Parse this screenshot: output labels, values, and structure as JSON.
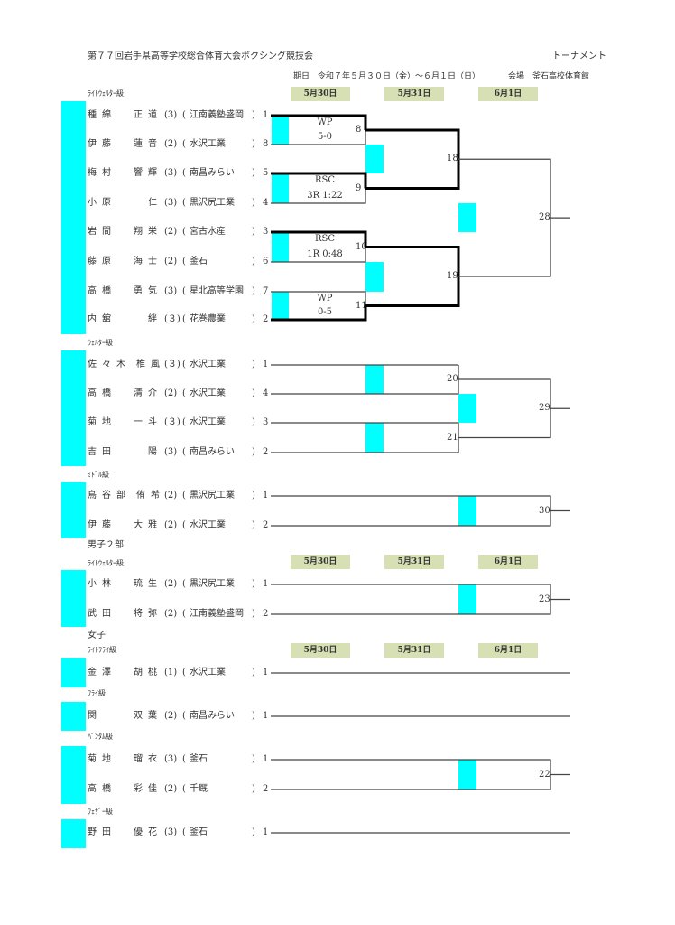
{
  "header": {
    "title": "第７７回岩手県高等学校総合体育大会ボクシング競技会",
    "doc_type": "トーナメント",
    "date_line": "期日　令和７年５月３０日（金）～６月１日（日）",
    "venue_line": "会場　釜石高校体育館"
  },
  "dates": [
    "5月30日",
    "5月31日",
    "6月1日"
  ],
  "sections": {
    "boys2": "男子２部",
    "girls": "女子"
  },
  "classes": {
    "lw1": "ﾗｲﾄｳｪﾙﾀｰ級",
    "welter": "ｳｪﾙﾀｰ級",
    "middle": "ﾐﾄﾞﾙ級",
    "lw2": "ﾗｲﾄｳｪﾙﾀｰ級",
    "lightfly": "ﾗｲﾄﾌﾗｲ級",
    "fly": "ﾌﾗｲ級",
    "bantam": "ﾊﾞﾝﾀﾑ級",
    "feather": "ﾌｪｻﾞｰ級"
  },
  "entrants": {
    "lw1": [
      {
        "family": "種綿",
        "given": "正道",
        "grade": "(3)",
        "school": "江南義塾盛岡",
        "seed": "1"
      },
      {
        "family": "伊藤",
        "given": "蓮音",
        "grade": "(2)",
        "school": "水沢工業",
        "seed": "8"
      },
      {
        "family": "梅村",
        "given": "響輝",
        "grade": "(3)",
        "school": "南昌みらい",
        "seed": "5"
      },
      {
        "family": "小原",
        "given": "仁",
        "grade": "(3)",
        "school": "黒沢尻工業",
        "seed": "4"
      },
      {
        "family": "岩間",
        "given": "翔栄",
        "grade": "(2)",
        "school": "宮古水産",
        "seed": "3"
      },
      {
        "family": "藤原",
        "given": "海士",
        "grade": "(2)",
        "school": "釜石",
        "seed": "6"
      },
      {
        "family": "高橋",
        "given": "勇気",
        "grade": "(3)",
        "school": "星北高等学園",
        "seed": "7"
      },
      {
        "family": "内舘",
        "given": "絆",
        "grade": "(３)",
        "school": "花巻農業",
        "seed": "2"
      }
    ],
    "welter": [
      {
        "family": "佐々木",
        "given": "椎風",
        "grade": "(３)",
        "school": "水沢工業",
        "seed": "1"
      },
      {
        "family": "高橋",
        "given": "清介",
        "grade": "(2)",
        "school": "水沢工業",
        "seed": "4"
      },
      {
        "family": "菊地",
        "given": "一斗",
        "grade": "(３)",
        "school": "水沢工業",
        "seed": "3"
      },
      {
        "family": "吉田",
        "given": "陽",
        "grade": "(3)",
        "school": "南昌みらい",
        "seed": "2"
      }
    ],
    "middle": [
      {
        "family": "鳥谷部",
        "given": "侑希",
        "grade": "(2)",
        "school": "黒沢尻工業",
        "seed": "1"
      },
      {
        "family": "伊藤",
        "given": "大雅",
        "grade": "(2)",
        "school": "水沢工業",
        "seed": "2"
      }
    ],
    "lw2": [
      {
        "family": "小林",
        "given": "琉生",
        "grade": "(2)",
        "school": "黒沢尻工業",
        "seed": "1"
      },
      {
        "family": "武田",
        "given": "将弥",
        "grade": "(2)",
        "school": "江南義塾盛岡",
        "seed": "2"
      }
    ],
    "lightfly": [
      {
        "family": "金澤",
        "given": "胡桃",
        "grade": "(1)",
        "school": "水沢工業",
        "seed": "1"
      }
    ],
    "fly": [
      {
        "family": "関",
        "given": "双葉",
        "grade": "(2)",
        "school": "南昌みらい",
        "seed": "1"
      }
    ],
    "bantam": [
      {
        "family": "菊地",
        "given": "瑠衣",
        "grade": "(3)",
        "school": "釜石",
        "seed": "1"
      },
      {
        "family": "高橋",
        "given": "彩佳",
        "grade": "(2)",
        "school": "千厩",
        "seed": "2"
      }
    ],
    "feather": [
      {
        "family": "野田",
        "given": "優花",
        "grade": "(3)",
        "school": "釜石",
        "seed": "1"
      }
    ]
  },
  "bouts": {
    "b8": {
      "no": "8",
      "result": "WP",
      "detail": "5-0"
    },
    "b9": {
      "no": "9",
      "result": "RSC",
      "detail": "3R 1:22"
    },
    "b10": {
      "no": "10",
      "result": "RSC",
      "detail": "1R 0:48"
    },
    "b11": {
      "no": "11",
      "result": "WP",
      "detail": "0-5"
    },
    "b18": "18",
    "b19": "19",
    "b28": "28",
    "b20": "20",
    "b21": "21",
    "b29": "29",
    "b30": "30",
    "b23": "23",
    "b22": "22"
  },
  "colors": {
    "highlight": "#00ffff",
    "date_bg": "#d6e0b4",
    "line": "#333333"
  }
}
